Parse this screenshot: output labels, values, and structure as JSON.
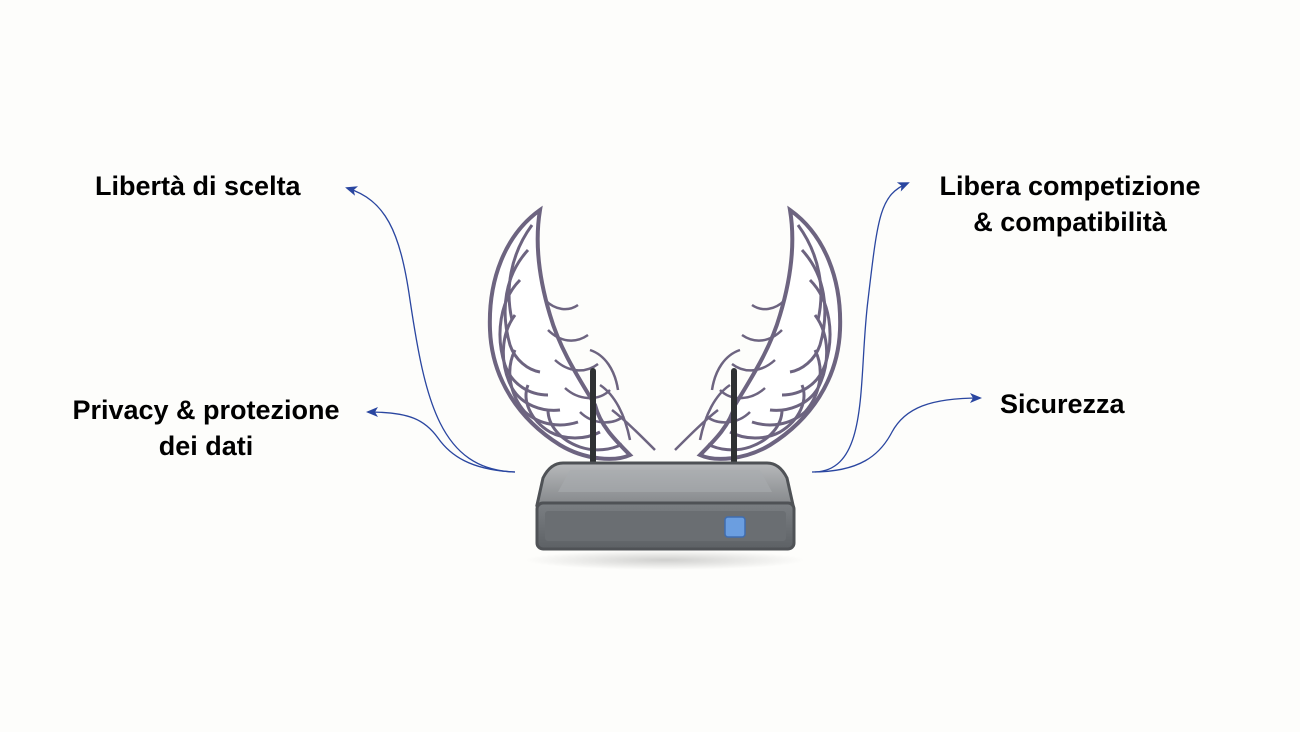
{
  "labels": {
    "liberta_scelta": "Libertà di scelta",
    "privacy_line1": "Privacy & protezione",
    "privacy_line2": "dei dati",
    "libera_line1": "Libera competizione",
    "libera_line2": "& compatibilità",
    "sicurezza": "Sicurezza"
  },
  "colors": {
    "arrow": "#2a46a0",
    "wing_stroke": "#6d6480",
    "wing_fill": "#ffffff",
    "router_body": "#6f7377",
    "router_top": "#9a9da0",
    "router_led": "#6b9ee0",
    "antenna": "#2f3133"
  },
  "icons": {
    "central": "router-with-wings-icon"
  }
}
